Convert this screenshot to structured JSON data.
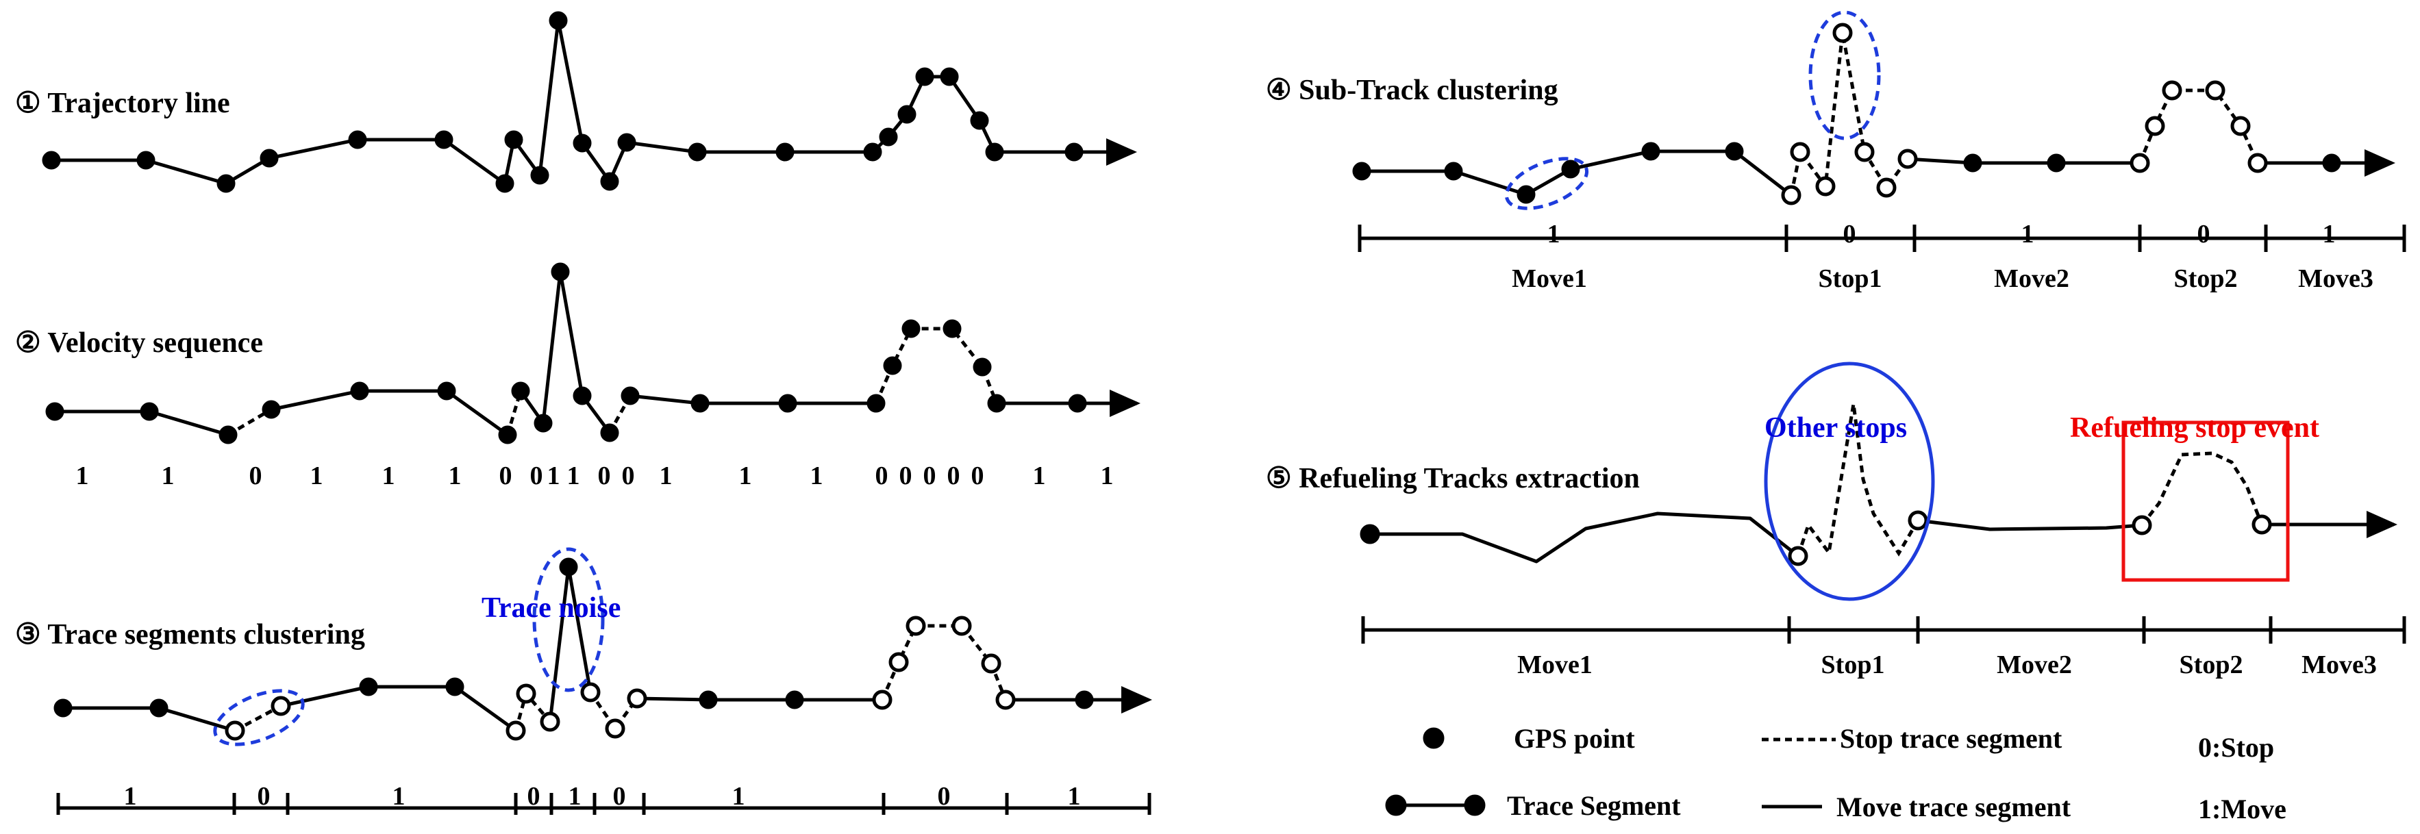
{
  "colors": {
    "noise_ellipse": "#1e3cdc",
    "noise_text": "#0000dd",
    "refuel_box": "#ee1111",
    "refuel_text": "#ee0000"
  },
  "steps": {
    "s1": {
      "title": "① Trajectory line"
    },
    "s2": {
      "title": "② Velocity sequence"
    },
    "s3": {
      "title": "③ Trace segments clustering"
    },
    "s4": {
      "title": "④  Sub-Track clustering"
    },
    "s5": {
      "title": "⑤  Refueling Tracks extraction"
    }
  },
  "velocity_labels": [
    "1",
    "1",
    "0",
    "1",
    "1",
    "1",
    "0",
    "0",
    "1",
    "1",
    "0",
    "0",
    "1",
    "1",
    "1",
    "0",
    "0",
    "0",
    "0",
    "0",
    "1",
    "1"
  ],
  "clustering_labels": [
    "1",
    "0",
    "1",
    "0",
    "1",
    "0",
    "1",
    "0",
    "1"
  ],
  "subtrack": {
    "codes": [
      "1",
      "0",
      "1",
      "0",
      "1"
    ],
    "segments": [
      "Move1",
      "Stop1",
      "Move2",
      "Stop2",
      "Move3"
    ]
  },
  "annotations": {
    "trace_noise": "Trace noise",
    "other_stops": "Other stops",
    "refueling_event": "Refueling stop event"
  },
  "refuel_segments": [
    "Move1",
    "Stop1",
    "Move2",
    "Stop2",
    "Move3"
  ],
  "legend": {
    "gps_point": "GPS point",
    "trace_segment": "Trace Segment",
    "stop_segment": "Stop trace segment",
    "move_segment": "Move trace segment",
    "stop_code": "0:Stop",
    "move_code": "1:Move"
  }
}
